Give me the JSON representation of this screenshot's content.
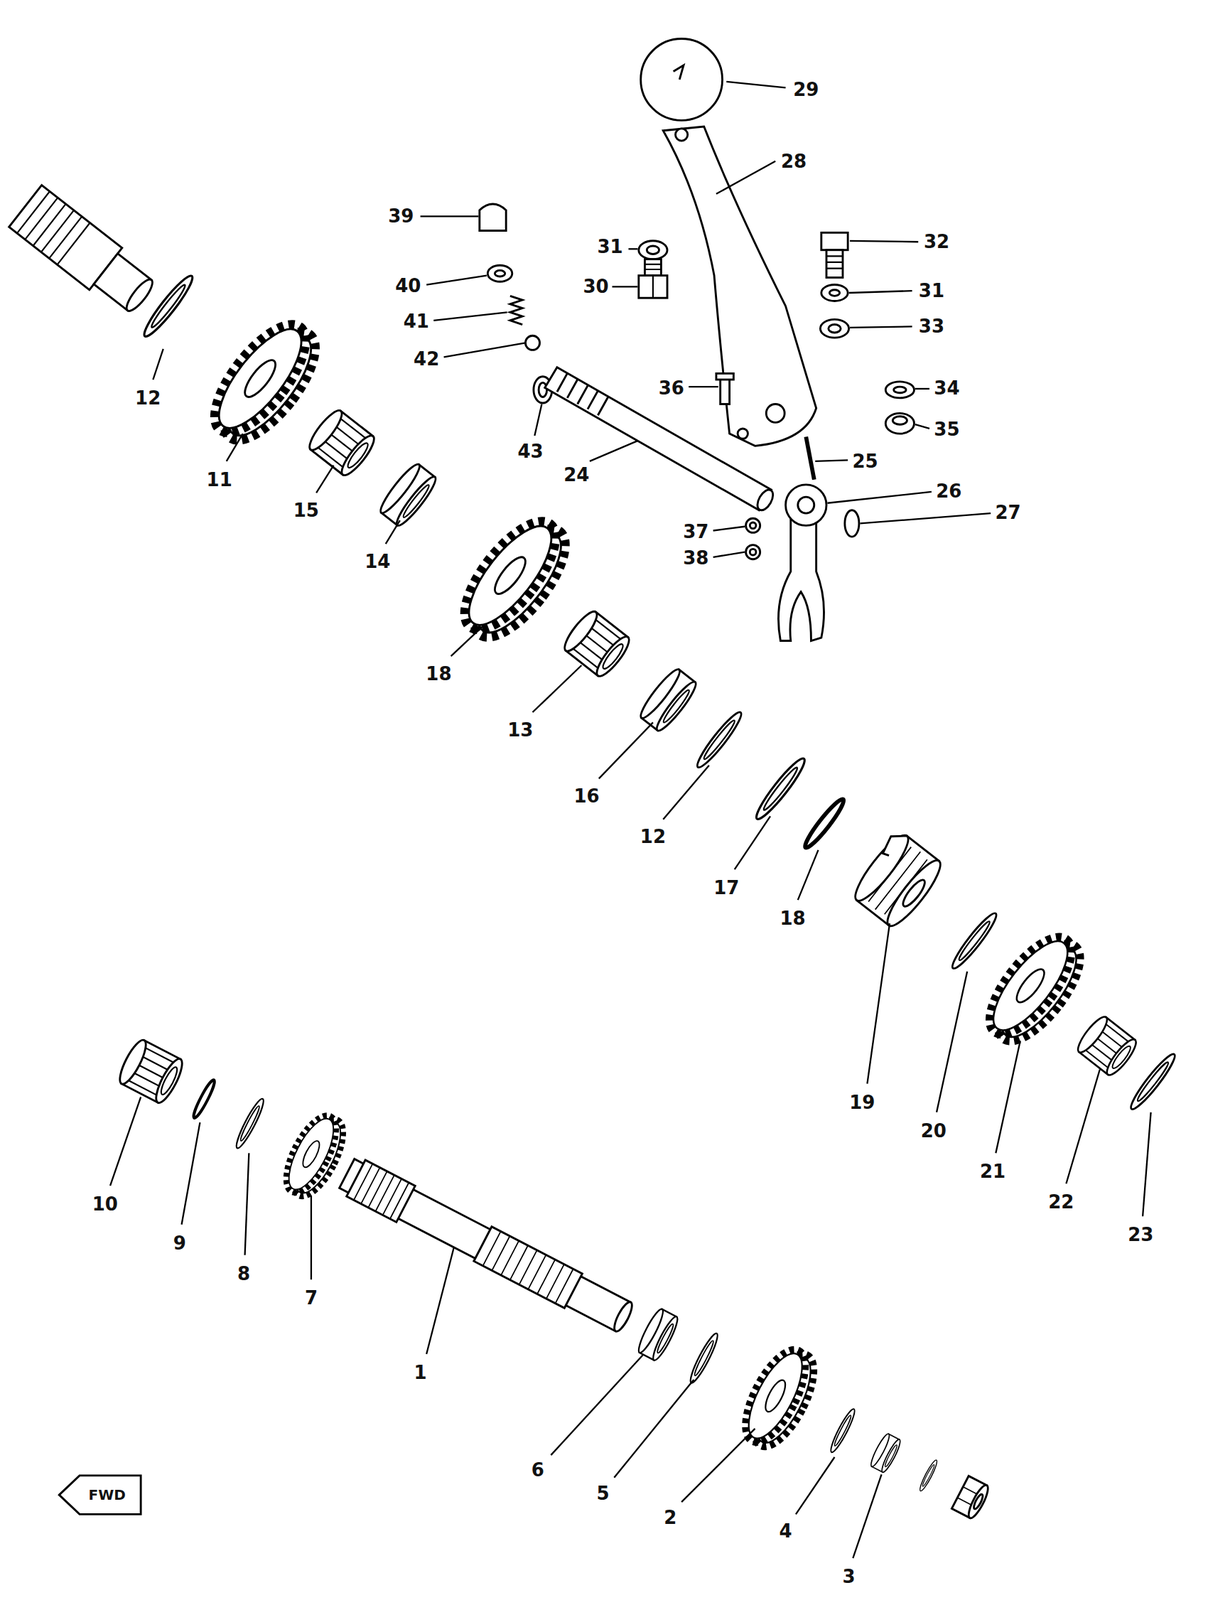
{
  "diagram": {
    "labels": [
      "29",
      "28",
      "39",
      "32",
      "31",
      "40",
      "30",
      "31",
      "41",
      "33",
      "42",
      "36",
      "34",
      "35",
      "43",
      "25",
      "24",
      "26",
      "27",
      "37",
      "38",
      "12",
      "11",
      "15",
      "14",
      "18",
      "13",
      "16",
      "12",
      "17",
      "18",
      "19",
      "20",
      "21",
      "22",
      "23",
      "10",
      "9",
      "8",
      "7",
      "1",
      "6",
      "5",
      "2",
      "4",
      "3",
      "FWD"
    ]
  }
}
